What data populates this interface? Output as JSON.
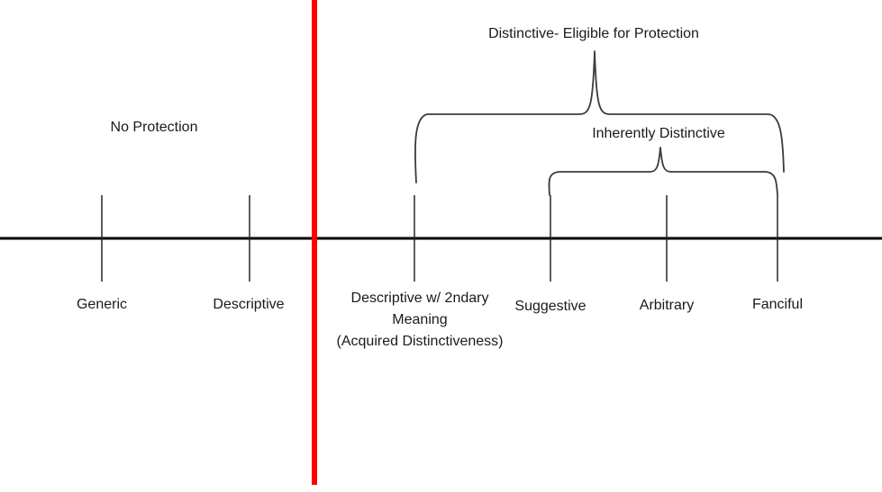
{
  "zone_labels": {
    "no_protection": "No Protection",
    "distinctive_eligible": "Distinctive- Eligible for Protection",
    "inherently_distinctive": "Inherently Distinctive"
  },
  "spectrum": {
    "points": [
      {
        "id": "generic",
        "label": "Generic"
      },
      {
        "id": "descriptive",
        "label": "Descriptive"
      },
      {
        "id": "descriptive-secondary-meaning",
        "label": "Descriptive w/ 2ndary",
        "label_line2": "Meaning",
        "label_line3": "(Acquired Distinctiveness)"
      },
      {
        "id": "suggestive",
        "label": "Suggestive"
      },
      {
        "id": "arbitrary",
        "label": "Arbitrary"
      },
      {
        "id": "fanciful",
        "label": "Fanciful"
      }
    ]
  },
  "colors": {
    "divider_line": "#ff0000",
    "axis_line": "#000000",
    "brace_stroke": "#3b3b3b",
    "text": "#1a1a1a"
  }
}
